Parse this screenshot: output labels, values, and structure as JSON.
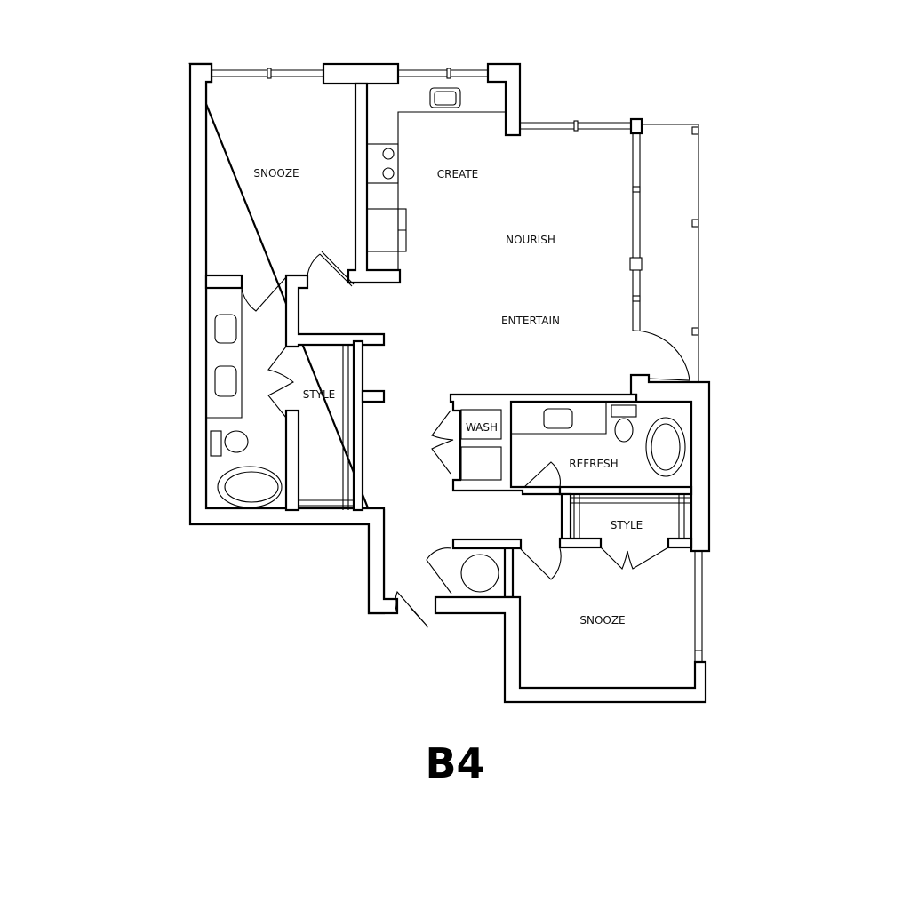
{
  "plan": {
    "name": "B4",
    "rooms": {
      "snooze_1": "SNOOZE",
      "create": "CREATE",
      "nourish": "NOURISH",
      "entertain": "ENTERTAIN",
      "style_1": "STYLE",
      "wash": "WASH",
      "refresh": "REFRESH",
      "style_2": "STYLE",
      "snooze_2": "SNOOZE"
    }
  }
}
